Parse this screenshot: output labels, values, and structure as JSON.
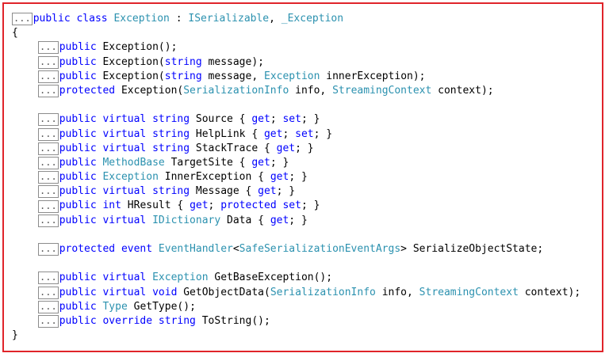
{
  "collapse_marker": "...",
  "colors": {
    "keyword": "#0000ff",
    "type": "#2b91af",
    "text": "#000000",
    "border": "#e0242a"
  },
  "lines": [
    {
      "collapsible": true,
      "indent": 0,
      "tokens": [
        [
          "kw",
          "public class "
        ],
        [
          "ty",
          "Exception"
        ],
        [
          "tx",
          " : "
        ],
        [
          "ty",
          "ISerializable"
        ],
        [
          "tx",
          ", "
        ],
        [
          "ty",
          "_Exception"
        ]
      ]
    },
    {
      "collapsible": false,
      "indent": 0,
      "tokens": [
        [
          "tx",
          "{"
        ]
      ]
    },
    {
      "collapsible": true,
      "indent": 1,
      "tokens": [
        [
          "kw",
          "public"
        ],
        [
          "tx",
          " Exception();"
        ]
      ]
    },
    {
      "collapsible": true,
      "indent": 1,
      "tokens": [
        [
          "kw",
          "public"
        ],
        [
          "tx",
          " Exception("
        ],
        [
          "kw",
          "string"
        ],
        [
          "tx",
          " message);"
        ]
      ]
    },
    {
      "collapsible": true,
      "indent": 1,
      "tokens": [
        [
          "kw",
          "public"
        ],
        [
          "tx",
          " Exception("
        ],
        [
          "kw",
          "string"
        ],
        [
          "tx",
          " message, "
        ],
        [
          "ty",
          "Exception"
        ],
        [
          "tx",
          " innerException);"
        ]
      ]
    },
    {
      "collapsible": true,
      "indent": 1,
      "tokens": [
        [
          "kw",
          "protected"
        ],
        [
          "tx",
          " Exception("
        ],
        [
          "ty",
          "SerializationInfo"
        ],
        [
          "tx",
          " info, "
        ],
        [
          "ty",
          "StreamingContext"
        ],
        [
          "tx",
          " context);"
        ]
      ]
    },
    {
      "blank": true
    },
    {
      "collapsible": true,
      "indent": 1,
      "tokens": [
        [
          "kw",
          "public virtual string"
        ],
        [
          "tx",
          " Source { "
        ],
        [
          "kw",
          "get"
        ],
        [
          "tx",
          "; "
        ],
        [
          "kw",
          "set"
        ],
        [
          "tx",
          "; }"
        ]
      ]
    },
    {
      "collapsible": true,
      "indent": 1,
      "tokens": [
        [
          "kw",
          "public virtual string"
        ],
        [
          "tx",
          " HelpLink { "
        ],
        [
          "kw",
          "get"
        ],
        [
          "tx",
          "; "
        ],
        [
          "kw",
          "set"
        ],
        [
          "tx",
          "; }"
        ]
      ]
    },
    {
      "collapsible": true,
      "indent": 1,
      "tokens": [
        [
          "kw",
          "public virtual string"
        ],
        [
          "tx",
          " StackTrace { "
        ],
        [
          "kw",
          "get"
        ],
        [
          "tx",
          "; }"
        ]
      ]
    },
    {
      "collapsible": true,
      "indent": 1,
      "tokens": [
        [
          "kw",
          "public"
        ],
        [
          "tx",
          " "
        ],
        [
          "ty",
          "MethodBase"
        ],
        [
          "tx",
          " TargetSite { "
        ],
        [
          "kw",
          "get"
        ],
        [
          "tx",
          "; }"
        ]
      ]
    },
    {
      "collapsible": true,
      "indent": 1,
      "tokens": [
        [
          "kw",
          "public"
        ],
        [
          "tx",
          " "
        ],
        [
          "ty",
          "Exception"
        ],
        [
          "tx",
          " InnerException { "
        ],
        [
          "kw",
          "get"
        ],
        [
          "tx",
          "; }"
        ]
      ]
    },
    {
      "collapsible": true,
      "indent": 1,
      "tokens": [
        [
          "kw",
          "public virtual string"
        ],
        [
          "tx",
          " Message { "
        ],
        [
          "kw",
          "get"
        ],
        [
          "tx",
          "; }"
        ]
      ]
    },
    {
      "collapsible": true,
      "indent": 1,
      "tokens": [
        [
          "kw",
          "public int"
        ],
        [
          "tx",
          " HResult { "
        ],
        [
          "kw",
          "get"
        ],
        [
          "tx",
          "; "
        ],
        [
          "kw",
          "protected set"
        ],
        [
          "tx",
          "; }"
        ]
      ]
    },
    {
      "collapsible": true,
      "indent": 1,
      "tokens": [
        [
          "kw",
          "public virtual"
        ],
        [
          "tx",
          " "
        ],
        [
          "ty",
          "IDictionary"
        ],
        [
          "tx",
          " Data { "
        ],
        [
          "kw",
          "get"
        ],
        [
          "tx",
          "; }"
        ]
      ]
    },
    {
      "blank": true
    },
    {
      "collapsible": true,
      "indent": 1,
      "tokens": [
        [
          "kw",
          "protected event"
        ],
        [
          "tx",
          " "
        ],
        [
          "ty",
          "EventHandler"
        ],
        [
          "tx",
          "<"
        ],
        [
          "ty",
          "SafeSerializationEventArgs"
        ],
        [
          "tx",
          "> SerializeObjectState;"
        ]
      ]
    },
    {
      "blank": true
    },
    {
      "collapsible": true,
      "indent": 1,
      "tokens": [
        [
          "kw",
          "public virtual"
        ],
        [
          "tx",
          " "
        ],
        [
          "ty",
          "Exception"
        ],
        [
          "tx",
          " GetBaseException();"
        ]
      ]
    },
    {
      "collapsible": true,
      "indent": 1,
      "tokens": [
        [
          "kw",
          "public virtual void"
        ],
        [
          "tx",
          " GetObjectData("
        ],
        [
          "ty",
          "SerializationInfo"
        ],
        [
          "tx",
          " info, "
        ],
        [
          "ty",
          "StreamingContext"
        ],
        [
          "tx",
          " context);"
        ]
      ]
    },
    {
      "collapsible": true,
      "indent": 1,
      "tokens": [
        [
          "kw",
          "public"
        ],
        [
          "tx",
          " "
        ],
        [
          "ty",
          "Type"
        ],
        [
          "tx",
          " GetType();"
        ]
      ]
    },
    {
      "collapsible": true,
      "indent": 1,
      "tokens": [
        [
          "kw",
          "public override string"
        ],
        [
          "tx",
          " ToString();"
        ]
      ]
    },
    {
      "collapsible": false,
      "indent": 0,
      "tokens": [
        [
          "tx",
          "}"
        ]
      ]
    }
  ]
}
